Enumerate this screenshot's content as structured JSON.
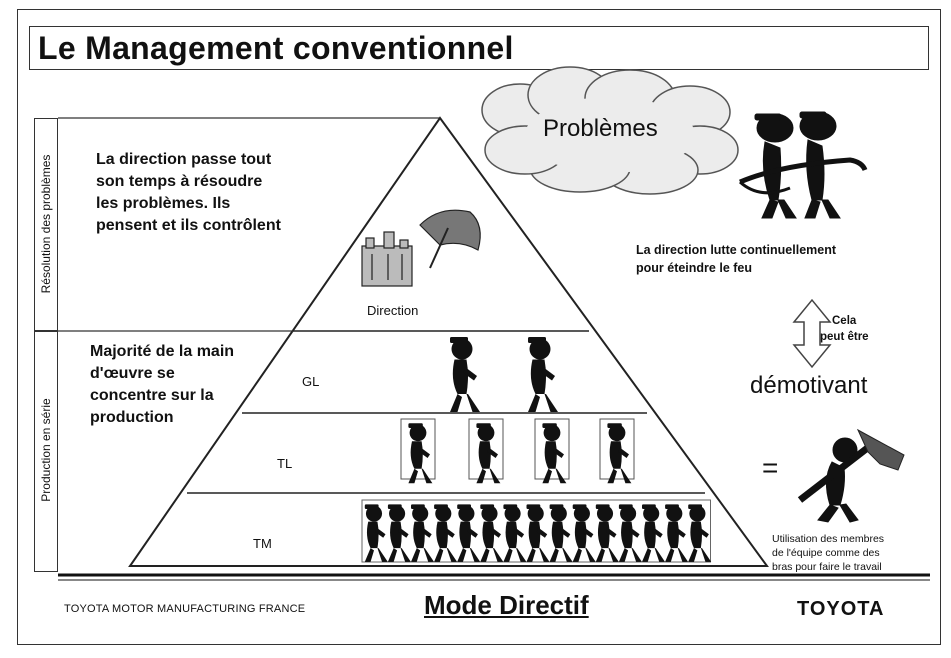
{
  "title": "Le Management conventionnel",
  "side_labels": {
    "top": "Résolution des problèmes",
    "bottom": "Production en série"
  },
  "left_text_top": [
    "La direction passe tout",
    "son temps à résoudre",
    "les problèmes. Ils",
    "pensent et ils contrôlent"
  ],
  "left_text_bottom": [
    "Majorité de la main",
    "d'œuvre se",
    "concentre sur la",
    "production"
  ],
  "pyramid": {
    "top_label": "Direction",
    "levels": [
      "GL",
      "TL",
      "TM"
    ],
    "figure_counts": [
      2,
      4,
      15
    ]
  },
  "cloud_text": "Problèmes",
  "fire_text": [
    "La direction lutte continuellement",
    "pour éteindre le feu"
  ],
  "arrow_text": [
    "Cela",
    "peut être"
  ],
  "demotivant": "démotivant",
  "equals": "=",
  "worker_text": [
    "Utilisation des membres",
    "de l'équipe comme des",
    "bras pour faire le travail"
  ],
  "footer": {
    "left": "TOYOTA MOTOR MANUFACTURING FRANCE",
    "center": "Mode Directif",
    "right": "TOYOTA"
  }
}
